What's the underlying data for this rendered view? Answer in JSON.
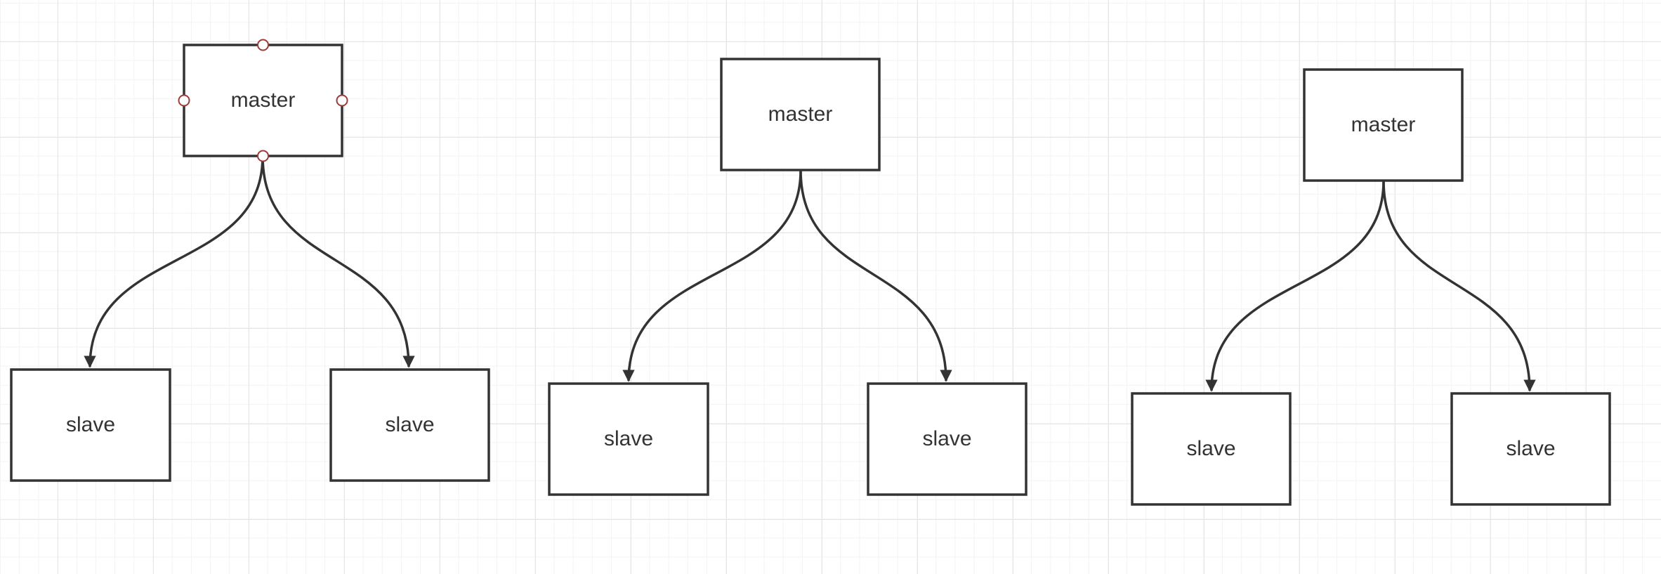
{
  "diagrams": [
    {
      "master": {
        "label": "master",
        "selected": true
      },
      "slaves": [
        {
          "label": "slave"
        },
        {
          "label": "slave"
        }
      ]
    },
    {
      "master": {
        "label": "master",
        "selected": false
      },
      "slaves": [
        {
          "label": "slave"
        },
        {
          "label": "slave"
        }
      ]
    },
    {
      "master": {
        "label": "master",
        "selected": false
      },
      "slaves": [
        {
          "label": "slave"
        },
        {
          "label": "slave"
        }
      ]
    }
  ]
}
